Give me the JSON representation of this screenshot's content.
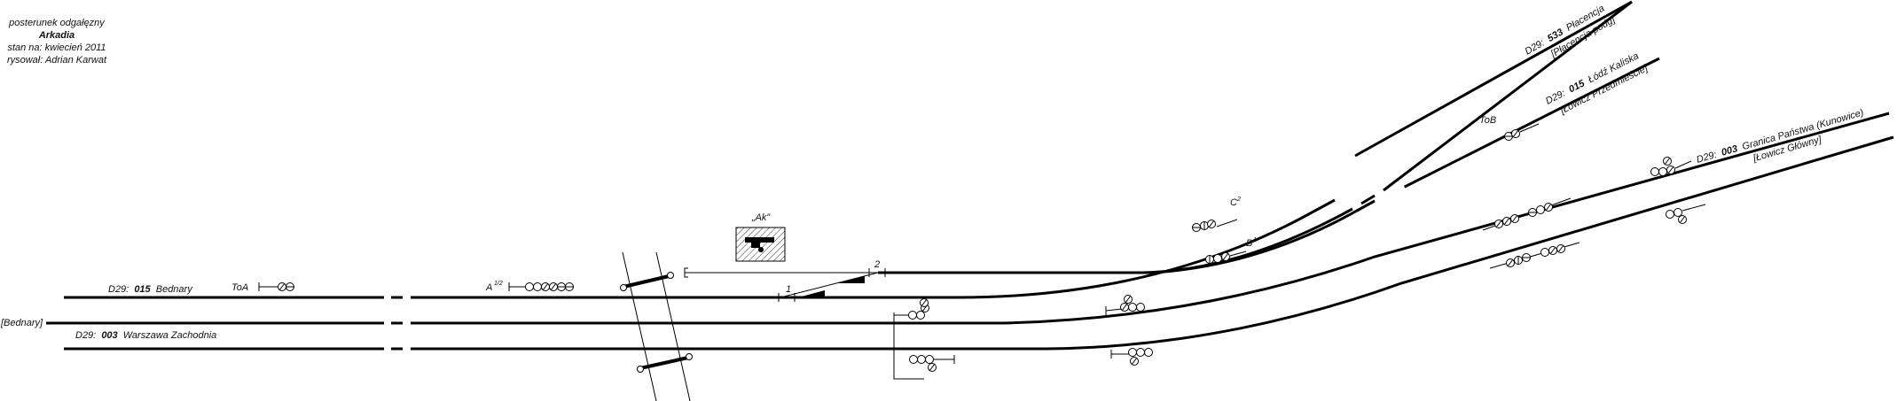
{
  "header": {
    "line1": "posterunek odgałęzny",
    "line2": "Arkadia",
    "line3": "stan na: kwiecień 2011",
    "line4": "rysował: Adrian Karwat"
  },
  "station_box_label": "„Ak”",
  "left_terminus": "[Bednary]",
  "lines": {
    "bednary_015": {
      "prefix": "D29:",
      "num": "015",
      "name": "Bednary"
    },
    "warszawa_003": {
      "prefix": "D29:",
      "num": "003",
      "name": "Warszawa Zachodnia"
    },
    "placencja_533": {
      "prefix": "D29:",
      "num": "533",
      "name": "Płacencja",
      "sub": "[Płacencja podg]"
    },
    "lodz_015": {
      "prefix": "D29:",
      "num": "015",
      "name": "Łódź Kaliska",
      "sub": "[Łowicz Przedmieście]"
    },
    "granica_003": {
      "prefix": "D29:",
      "num": "003",
      "name": "Granica Państwa (Kunowice)",
      "sub": "[Łowicz Główny]"
    }
  },
  "signals": {
    "toa": "ToA",
    "a12": "A",
    "a12_sup": "1/2",
    "c2": "C",
    "c2_sup": "2",
    "b1": "B",
    "b1_sup": "1",
    "tob": "ToB"
  },
  "switches": {
    "sw1": "1",
    "sw2": "2"
  }
}
